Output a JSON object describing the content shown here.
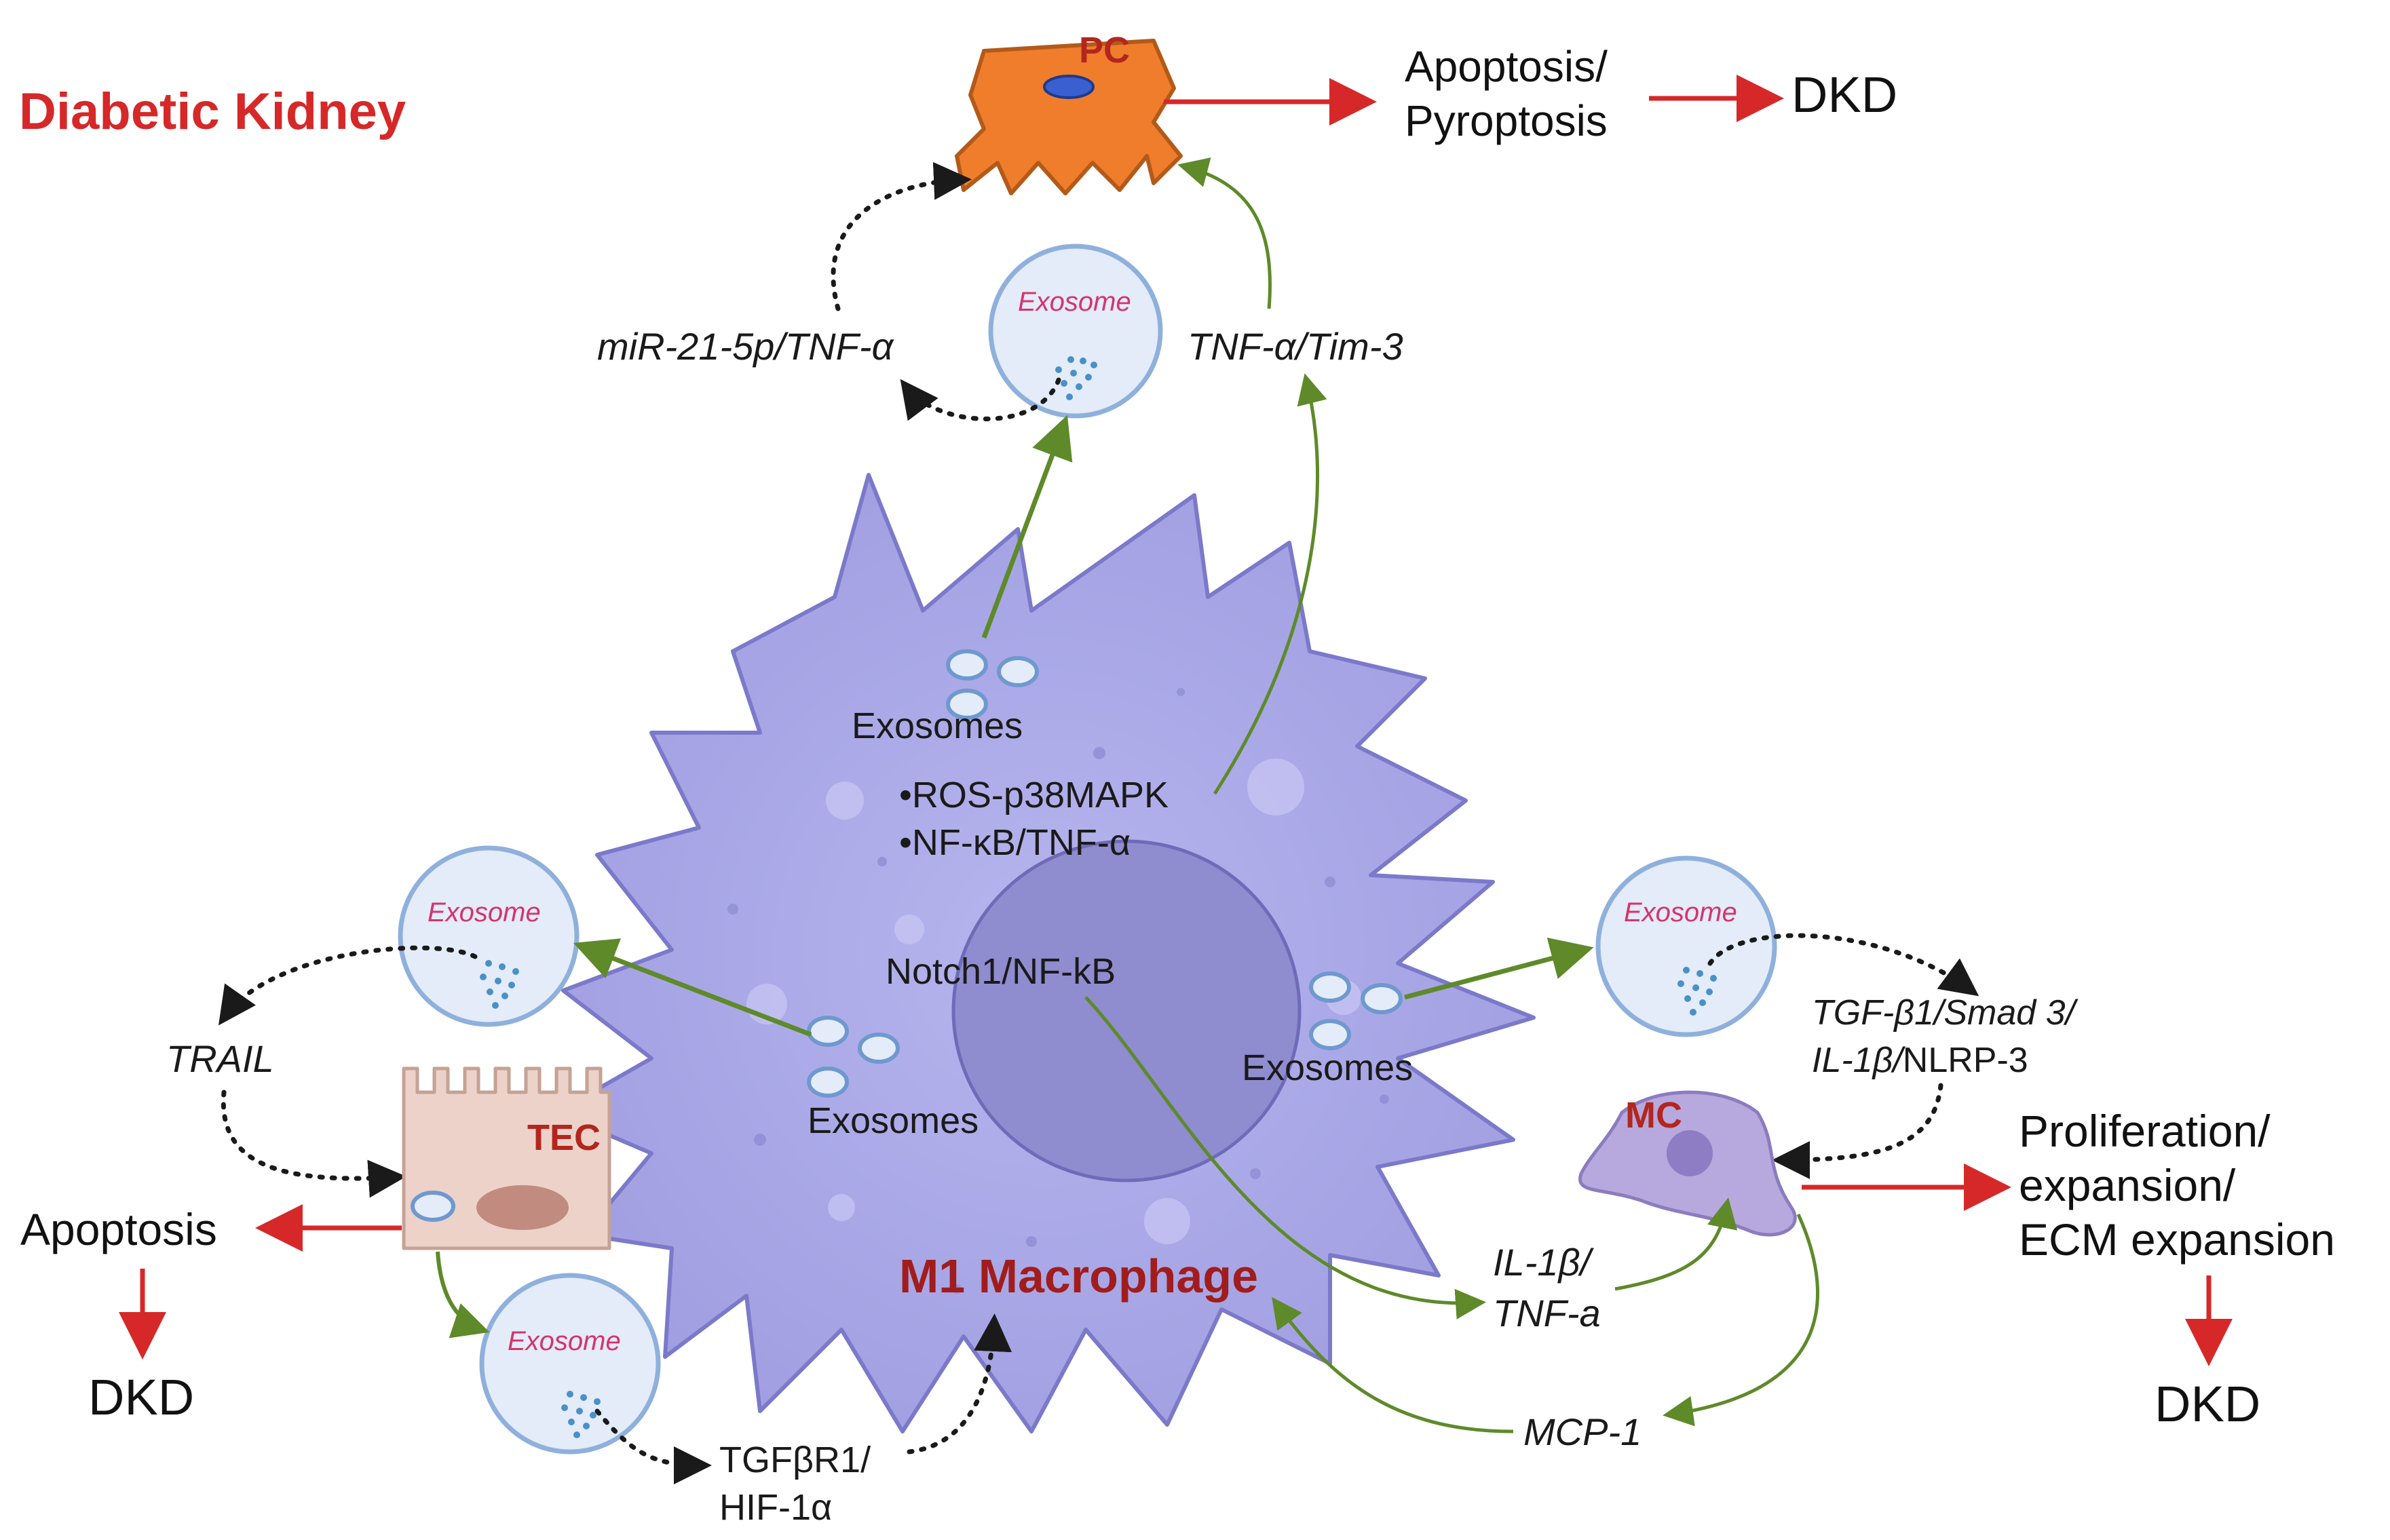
{
  "title": "Diabetic Kidney",
  "cells": {
    "pc": "PC",
    "tec": "TEC",
    "mc": "MC",
    "macrophage": "M1 Macrophage"
  },
  "exosome_label": "Exosome",
  "exosomes_label": "Exosomes",
  "pathways_inside": {
    "line1": "•ROS-p38MAPK",
    "line2": "•NF-κB/TNF-α",
    "notch": "Notch1/NF-kB"
  },
  "mediators": {
    "mir21": "miR-21-5p/TNF-α",
    "tnf_tim3": "TNF-α/Tim-3",
    "trail": "TRAIL",
    "tgfbr1_line1": "TGFβR1/",
    "tgfbr1_line2": "HIF-1α",
    "tgfb1_line1": "TGF-β1/Smad 3/",
    "tgfb1_line2_italic": "IL-1β/",
    "tgfb1_line2_plain": "NLRP-3",
    "il1b_line1": "IL-1β/",
    "il1b_line2": "TNF-a",
    "mcp1": "MCP-1"
  },
  "outcomes": {
    "pc_line1": "Apoptosis/",
    "pc_line2": "Pyroptosis",
    "pc_dkd": "DKD",
    "tec_apoptosis": "Apoptosis",
    "tec_dkd": "DKD",
    "mc_line1": "Proliferation/",
    "mc_line2": "expansion/",
    "mc_line3": "ECM expansion",
    "mc_dkd": "DKD"
  },
  "colors": {
    "macrophage_fill": "#a9a8e6",
    "macrophage_stroke": "#6e6cc4",
    "nucleus_fill": "#8f8cd0",
    "pc_fill": "#ef7d2c",
    "tec_fill": "#ecd2c8",
    "mc_fill": "#b7a8dd",
    "exosome_fill": "#e3ecf8",
    "exosome_stroke": "#8fb0dc",
    "green_arrow": "#5e8a2a",
    "red_arrow": "#d62828",
    "dotted_arrow": "#1a1a1a",
    "title_red": "#d62828"
  }
}
